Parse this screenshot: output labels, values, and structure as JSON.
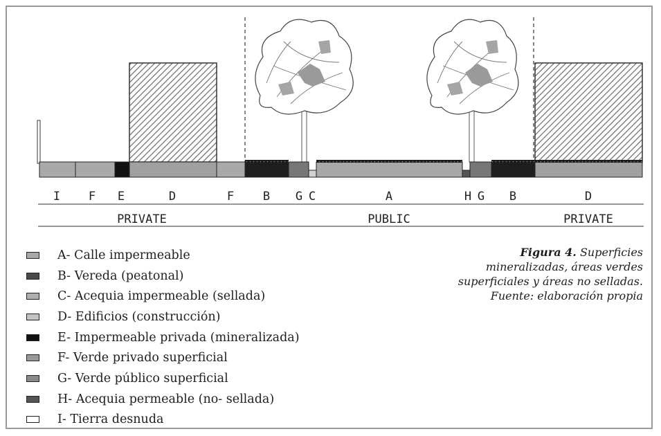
{
  "strip_labels": [
    "I",
    "F",
    "E",
    "D",
    "F",
    "B",
    "G",
    "C",
    "A",
    "H",
    "G",
    "B",
    "D"
  ],
  "zones": {
    "private_left": "PRIVATE",
    "public": "PUBLIC",
    "private_right": "PRIVATE"
  },
  "legend": [
    {
      "label": "A- Calle impermeable",
      "color": "#a8a8a8"
    },
    {
      "label": "B- Vereda (peatonal)",
      "color": "#4a4a4a"
    },
    {
      "label": "C- Acequia impermeable (sellada)",
      "color": "#b0b0b0"
    },
    {
      "label": "D- Edificios (construcción)",
      "color": "#c2c2c2"
    },
    {
      "label": "E- Impermeable privada (mineralizada)",
      "color": "#111111"
    },
    {
      "label": "F- Verde privado superficial",
      "color": "#9a9a9a"
    },
    {
      "label": "G- Verde público superficial",
      "color": "#8a8a8a"
    },
    {
      "label": "H- Acequia permeable (no- sellada)",
      "color": "#555555"
    },
    {
      "label": "I- Tierra desnuda",
      "color": "#ffffff"
    }
  ],
  "caption": {
    "bold": "Figura 4.",
    "text": "Superficies mineralizadas, áreas verdes superficiales y áreas no selladas. Fuente: elaboración propia"
  }
}
